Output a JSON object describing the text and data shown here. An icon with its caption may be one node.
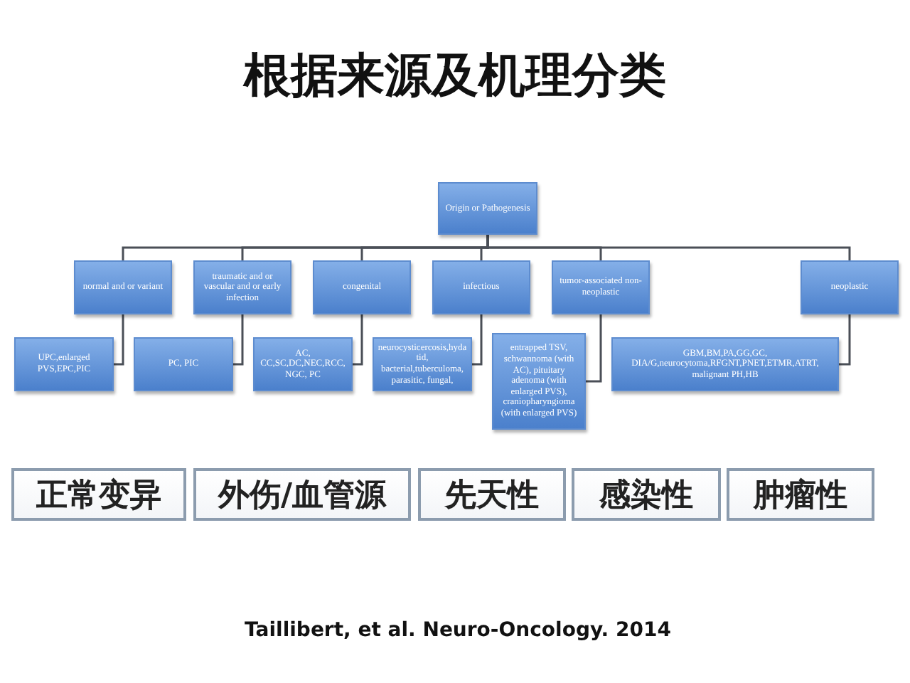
{
  "diagram": {
    "title": "根据来源及机理分类",
    "caption": "Taillibert, et al. Neuro-Oncology. 2014",
    "nodes": [
      {
        "text": [
          "Origin or Pathogenesis"
        ]
      },
      {
        "text": [
          "normal and or variant"
        ]
      },
      {
        "text": [
          "traumatic and or vascular and or early infection"
        ]
      },
      {
        "text": [
          "congenital"
        ]
      },
      {
        "text": [
          "infectious"
        ]
      },
      {
        "text": [
          "tumor-associated non-neoplastic"
        ]
      },
      {
        "text": [
          "neoplastic"
        ]
      },
      {
        "text": [
          "UPC,enlarged PVS,EPC,PIC"
        ]
      },
      {
        "text": [
          "PC, PIC"
        ]
      },
      {
        "text": [
          "AC, CC,SC,DC,NEC,RCC,NGC, PC"
        ]
      },
      {
        "text": [
          "neurocysticercosis,hydatid, bacterial,tuberculoma, parasitic, fungal,"
        ]
      },
      {
        "text": [
          "entrapped TSV, schwannoma (with AC), pituitary adenoma (with enlarged PVS), craniopharyngioma (with enlarged PVS)"
        ]
      },
      {
        "text": [
          "GBM,BM,PA,GG,GC, DIA/G,neurocytoma,RFGNT,PNET,ETMR,ATRT, malignant PH,HB"
        ]
      },
      {
        "text": [
          "正常变异"
        ]
      },
      {
        "text": [
          "外伤/血管源"
        ]
      },
      {
        "text": [
          "先天性"
        ]
      },
      {
        "text": [
          "感染性"
        ]
      },
      {
        "text": [
          "肿瘤性"
        ]
      }
    ],
    "edges": [
      {
        "from": 0,
        "to": 1,
        "arrow": "none"
      },
      {
        "from": 0,
        "to": 2,
        "arrow": "none"
      },
      {
        "from": 0,
        "to": 3,
        "arrow": "none"
      },
      {
        "from": 0,
        "to": 4,
        "arrow": "none"
      },
      {
        "from": 0,
        "to": 5,
        "arrow": "none"
      },
      {
        "from": 0,
        "to": 6,
        "arrow": "none"
      },
      {
        "from": 1,
        "to": 7,
        "arrow": "none"
      },
      {
        "from": 2,
        "to": 8,
        "arrow": "none"
      },
      {
        "from": 3,
        "to": 9,
        "arrow": "none"
      },
      {
        "from": 4,
        "to": 10,
        "arrow": "none"
      },
      {
        "from": 5,
        "to": 11,
        "arrow": "none"
      },
      {
        "from": 6,
        "to": 12,
        "arrow": "none"
      }
    ]
  }
}
